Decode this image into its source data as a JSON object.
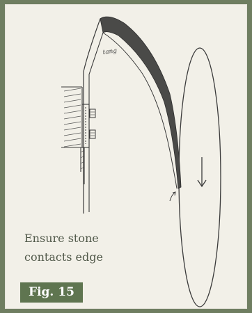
{
  "figure": {
    "caption_lines": [
      "Ensure stone",
      "contacts edge"
    ],
    "figure_number": "Fig. 15",
    "sketch_labels": {
      "tang": "tang"
    }
  },
  "colors": {
    "page_background": "#6f7e61",
    "frame_background": "#f2f0e8",
    "figure_tag_background": "#5f7550",
    "caption_text": "#51594a",
    "ink": "#3a3a3a"
  }
}
